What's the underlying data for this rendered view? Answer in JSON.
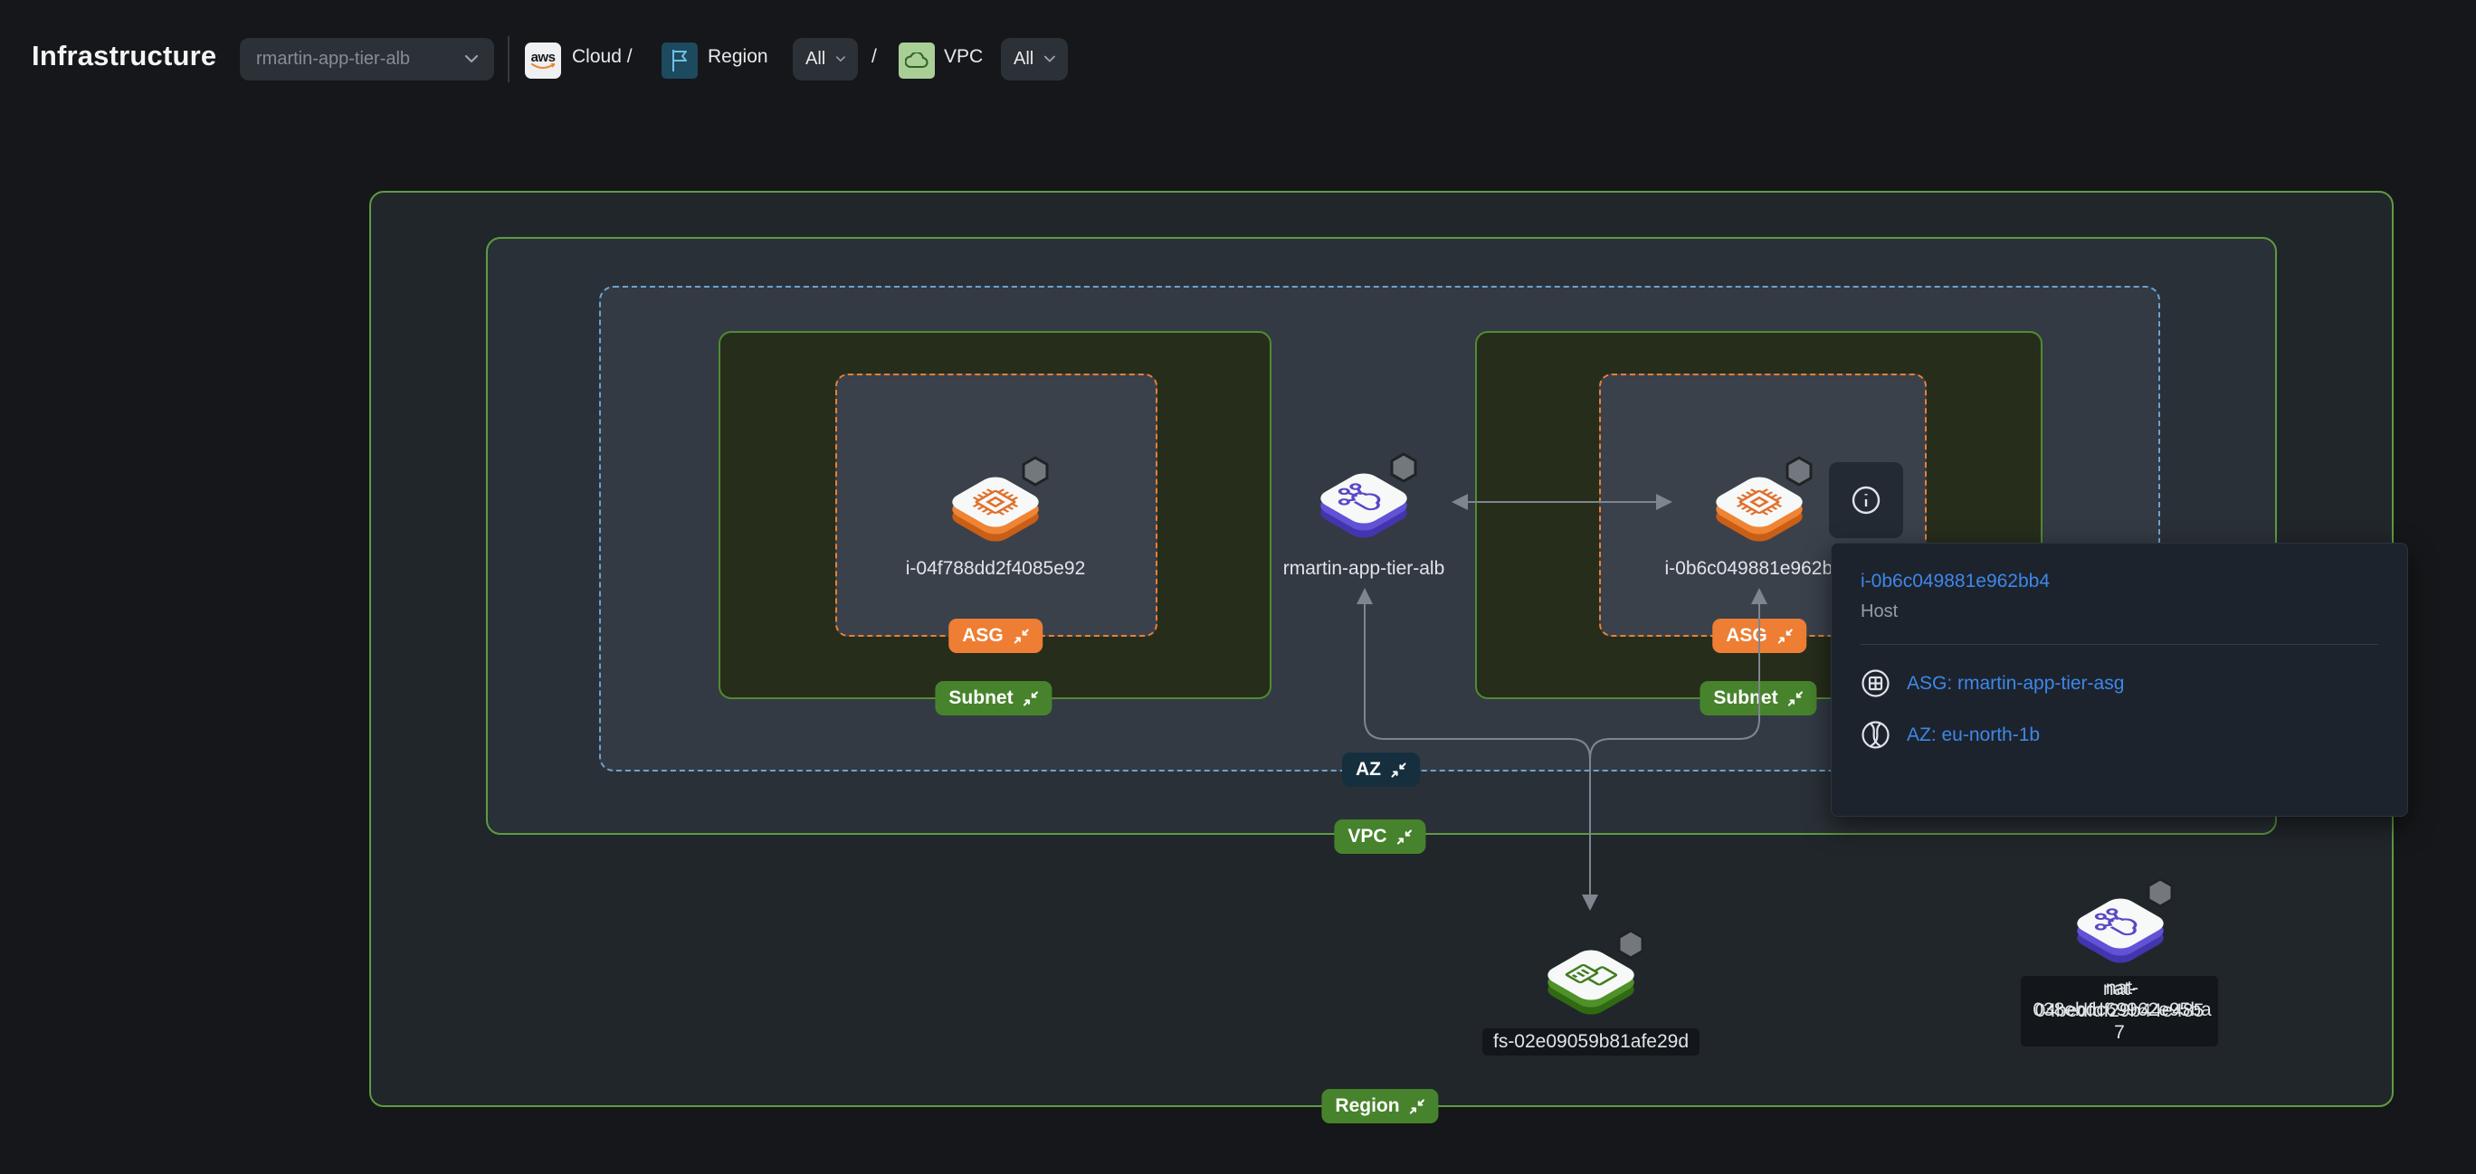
{
  "header": {
    "title": "Infrastructure",
    "resource_dropdown": {
      "value": "rmartin-app-tier-alb",
      "chevron_icon": "chevron-down-icon"
    },
    "breadcrumb": {
      "aws_logo_text": "aws",
      "cloud_label": "Cloud /",
      "region_icon": "flag-icon",
      "region_label": "Region",
      "region_filter": "All",
      "separator": "/",
      "vpc_icon": "cloud-icon",
      "vpc_label": "VPC",
      "vpc_filter": "All"
    }
  },
  "diagram": {
    "badges": {
      "region": "Region",
      "vpc": "VPC",
      "az": "AZ",
      "subnet": "Subnet",
      "asg": "ASG",
      "collapse_icon": "collapse-arrows-icon"
    },
    "nodes": {
      "instance_left": {
        "type": "ec2-instance-icon",
        "label": "i-04f788dd2f4085e92"
      },
      "alb": {
        "type": "load-balancer-icon",
        "label": "rmartin-app-tier-alb"
      },
      "instance_right": {
        "type": "ec2-instance-icon",
        "label": "i-0b6c049881e962bb4"
      },
      "file_system": {
        "type": "file-system-icon",
        "label": "fs-02e09059b81afe29d"
      },
      "nat": {
        "type": "nat-gateway-icon",
        "labels": [
          "nat-04bedfdf29b44e4857",
          "nat-038ebdc69962e95ba"
        ]
      }
    },
    "tooltip": {
      "info_icon": "info-circle-icon",
      "title": "i-0b6c049881e962bb4",
      "subtitle": "Host",
      "rows": [
        {
          "icon": "grid-circle-icon",
          "text": "ASG: rmartin-app-tier-asg"
        },
        {
          "icon": "globe-icon",
          "text": "AZ: eu-north-1b"
        }
      ]
    },
    "colors": {
      "container_green_border": "#5c9c40",
      "badge_green": "#47832c",
      "badge_orange": "#ee7e33",
      "badge_navy": "#152f3e",
      "az_dashed_border": "#6ba3d1",
      "asg_dashed_border": "#ef7f31",
      "edge_gray": "#7e858e",
      "link_blue": "#3f87e8",
      "ec2_orange": "#e0702a",
      "alb_purple": "#5847c6",
      "efs_green": "#3e7d20"
    }
  }
}
